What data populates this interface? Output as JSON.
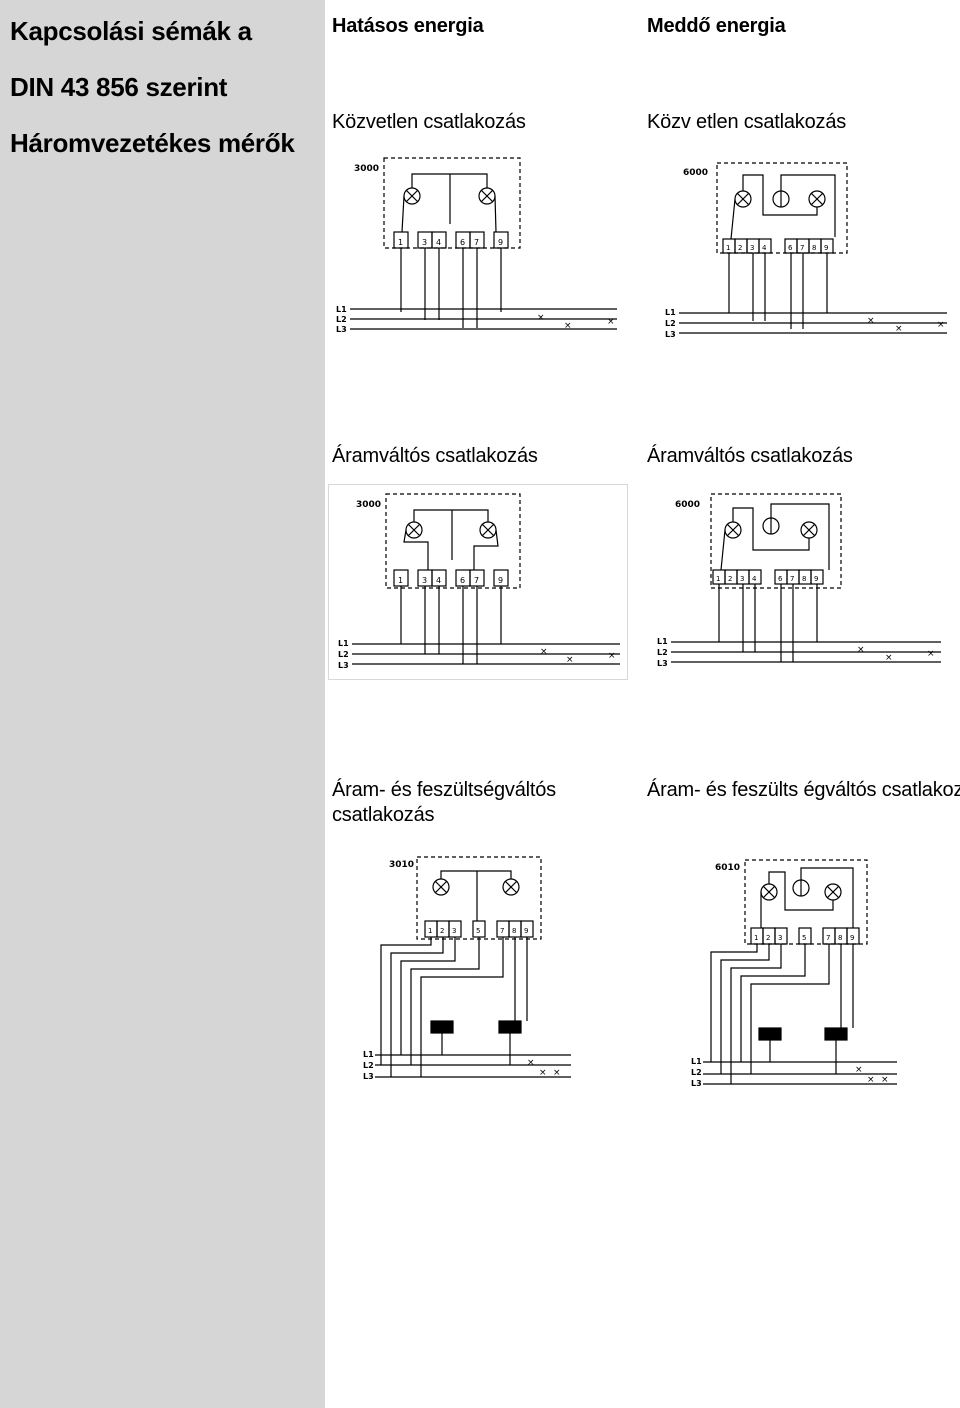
{
  "sidebar": {
    "title_line1": "Kapcsolási sémák a",
    "title_line2": "DIN 43 856 szerint",
    "title_line3": "Háromvezetékes mérők"
  },
  "columns": {
    "active": "Hatásos energia",
    "reactive": "Meddő energia"
  },
  "rows": [
    {
      "left_caption": "Közvetlen csatlakozás",
      "right_caption": "Közv   etlen csatlakozás",
      "left_diagram": {
        "meter_code": "3000",
        "terminals": [
          "1",
          "3",
          "4",
          "6",
          "7",
          "9"
        ]
      },
      "right_diagram": {
        "meter_code": "6000",
        "terminals": [
          "1",
          "2",
          "3",
          "4",
          "6",
          "7",
          "8",
          "9"
        ]
      }
    },
    {
      "left_caption": "Áramváltós csatlakozás",
      "right_caption": "Áramváltós csatlakozás",
      "left_diagram": {
        "meter_code": "3000",
        "terminals": [
          "1",
          "3",
          "4",
          "6",
          "7",
          "9"
        ]
      },
      "right_diagram": {
        "meter_code": "6000",
        "terminals": [
          "1",
          "2",
          "3",
          "4",
          "6",
          "7",
          "8",
          "9"
        ]
      }
    },
    {
      "left_caption_line1": "Áram- és feszültségváltós",
      "left_caption_line2": "csatlakozás",
      "right_caption": "Áram- és feszülts égváltós csatlakozás",
      "left_diagram": {
        "meter_code": "3010",
        "terminals": [
          "1",
          "2",
          "3",
          "5",
          "7",
          "8",
          "9"
        ]
      },
      "right_diagram": {
        "meter_code": "6010",
        "terminals": [
          "1",
          "2",
          "3",
          "5",
          "7",
          "8",
          "9"
        ]
      }
    }
  ],
  "line_labels": [
    "L1",
    "L2",
    "L3"
  ]
}
